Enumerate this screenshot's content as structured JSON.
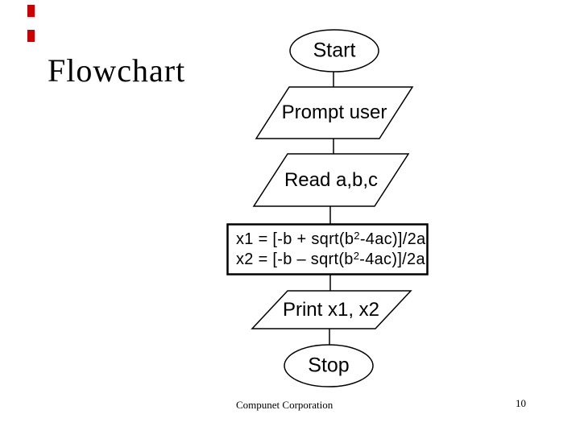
{
  "slide": {
    "title": "Flowchart",
    "accent_color": "#cc0000",
    "footer": {
      "company": "Compunet Corporation",
      "page_number": "10"
    }
  },
  "flowchart": {
    "start": {
      "label": "Start"
    },
    "prompt": {
      "label": "Prompt user"
    },
    "read": {
      "label": "Read a,b,c"
    },
    "process": {
      "lines": [
        {
          "pre": "x1 = [-b + sqrt(b",
          "sup": "2",
          "post": "-4ac)]/2a"
        },
        {
          "pre": "x2 = [-b – sqrt(b",
          "sup": "2",
          "post": "-4ac)]/2a"
        }
      ]
    },
    "print": {
      "label": "Print x1, x2"
    },
    "stop": {
      "label": "Stop"
    }
  }
}
